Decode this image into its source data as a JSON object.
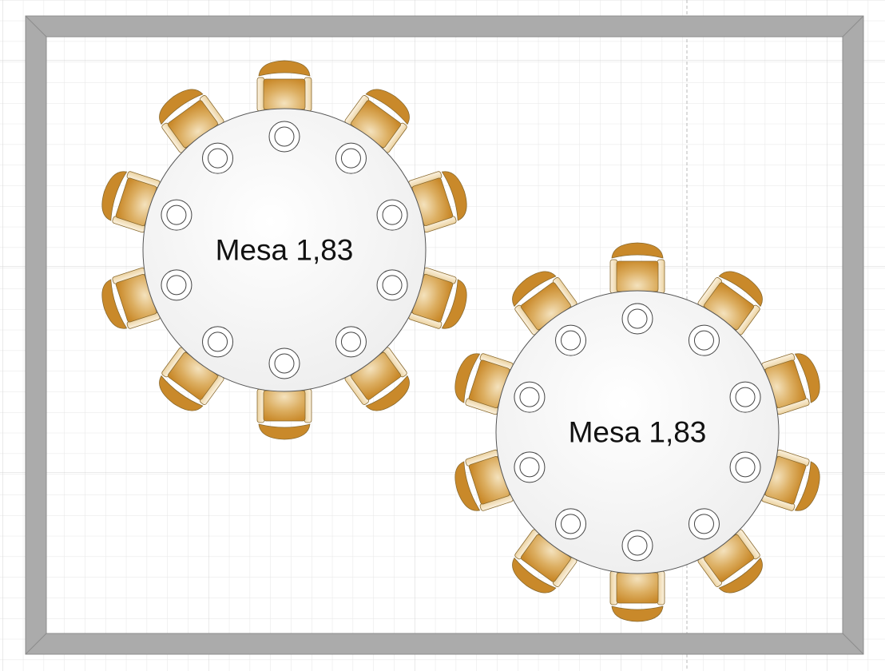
{
  "canvas": {
    "background": "#ffffff",
    "grid_color": "#e6e6e6",
    "guide_color": "#b8b8b8"
  },
  "room": {
    "wall_color": "#ababab",
    "wall_edge_color": "#8c8c8c",
    "floor_color": "#ffffff"
  },
  "tables": [
    {
      "label": "Mesa 1,83",
      "seats": 10
    },
    {
      "label": "Mesa 1,83",
      "seats": 10
    }
  ],
  "colors": {
    "table_fill": "#f3f3f3",
    "table_stroke": "#555555",
    "chair_seat_dark": "#c9892a",
    "chair_seat_light": "#f4e2bd",
    "chair_arm": "#f8ead0",
    "chair_stroke": "#8a6a2e",
    "plate_stroke": "#444444",
    "label_color": "#111111"
  }
}
